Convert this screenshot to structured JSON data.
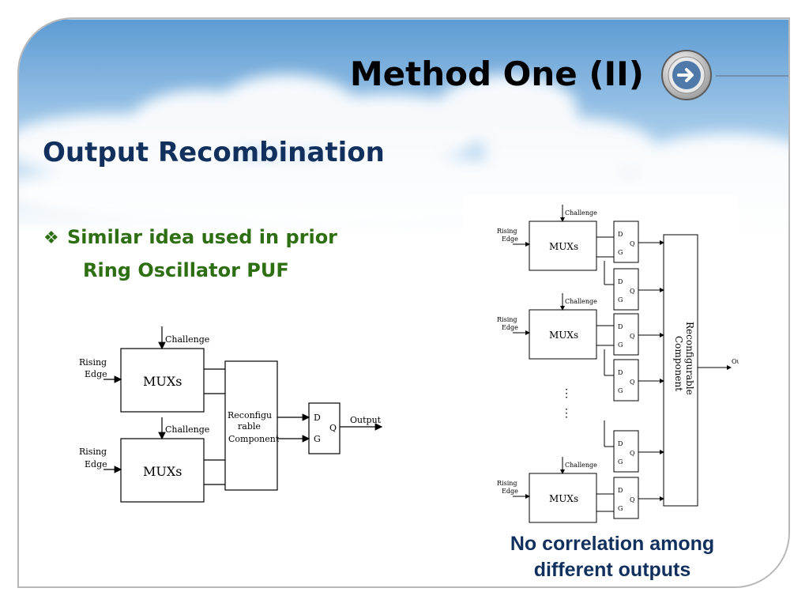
{
  "slide": {
    "title": "Method One (II)",
    "subtitle": "Output Recombination",
    "bullet": {
      "marker": "❖",
      "line1": "Similar idea used in prior",
      "line2": "Ring Oscillator PUF"
    },
    "caption": {
      "line1": "No correlation among",
      "line2": "different outputs"
    }
  },
  "colors": {
    "title": "#000000",
    "subtitle": "#12305e",
    "bullet": "#2e6f14",
    "caption": "#12305e"
  },
  "left_diagram": {
    "challenge": "Challenge",
    "rising": "Rising",
    "edge": "Edge",
    "muxs": "MUXs",
    "reconfig_1": "Reconfigu",
    "reconfig_2": "rable",
    "reconfig_3": "Component",
    "d": "D",
    "g": "G",
    "q": "Q",
    "output": "Output"
  },
  "right_diagram": {
    "challenge": "Challenge",
    "rising": "Rising",
    "edge": "Edge",
    "muxs": "MUXs",
    "reconfig_1": "Reconfigurable",
    "reconfig_2": "Component",
    "d": "D",
    "g": "G",
    "q": "Q",
    "output": "Output",
    "dots": "⋮"
  }
}
